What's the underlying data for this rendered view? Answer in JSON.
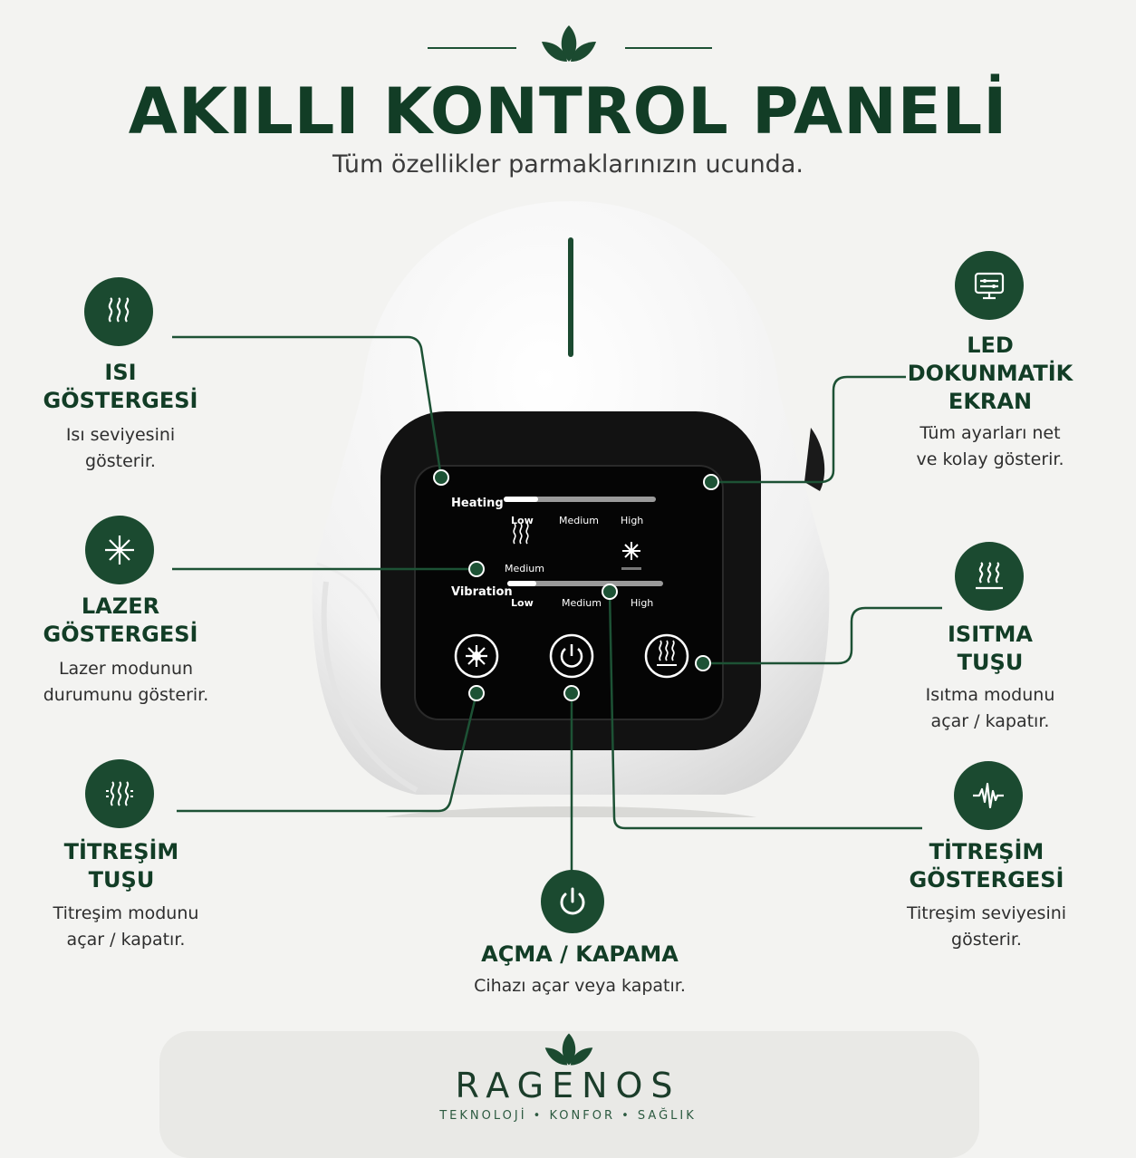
{
  "header": {
    "title": "AKILLI KONTROL PANELİ",
    "subtitle": "Tüm özellikler parmaklarınızın ucunda."
  },
  "features": {
    "heat_indicator": {
      "title1": "ISI",
      "title2": "GÖSTERGESİ",
      "desc1": "Isı seviyesini",
      "desc2": "gösterir.",
      "icon": "heat-waves-icon"
    },
    "laser_indicator": {
      "title1": "LAZER",
      "title2": "GÖSTERGESİ",
      "desc1": "Lazer modunun",
      "desc2": "durumunu gösterir.",
      "icon": "laser-star-icon"
    },
    "vibration_button": {
      "title1": "TİTREŞİM",
      "title2": "TUŞU",
      "desc1": "Titreşim modunu",
      "desc2": "açar / kapatır.",
      "icon": "vibration-icon"
    },
    "led_screen": {
      "title1": "LED",
      "title2": "DOKUNMATİK",
      "title3": "EKRAN",
      "desc1": "Tüm ayarları net",
      "desc2": "ve kolay gösterir.",
      "icon": "monitor-icon"
    },
    "heating_button": {
      "title1": "ISITMA",
      "title2": "TUŞU",
      "desc1": "Isıtma modunu",
      "desc2": "açar / kapatır.",
      "icon": "heating-icon"
    },
    "vibration_indicator": {
      "title1": "TİTREŞİM",
      "title2": "GÖSTERGESİ",
      "desc1": "Titreşim seviyesini",
      "desc2": "gösterir.",
      "icon": "pulse-wave-icon"
    },
    "power": {
      "title": "AÇMA / KAPAMA",
      "desc": "Cihazı açar veya kapatır.",
      "icon": "power-icon"
    }
  },
  "panel": {
    "heating_label": "Heating",
    "heating_levels": [
      "Low",
      "Medium",
      "High"
    ],
    "mode_label": "Medium",
    "vibration_label": "Vibration",
    "vibration_levels": [
      "Low",
      "Medium",
      "High"
    ]
  },
  "footer": {
    "brand": "RAGENOS",
    "tagline": "TEKNOLOJİ • KONFOR • SAĞLIK"
  },
  "colors": {
    "brand_green": "#1b4a30",
    "title_green": "#123d26",
    "background": "#f3f3f1"
  }
}
